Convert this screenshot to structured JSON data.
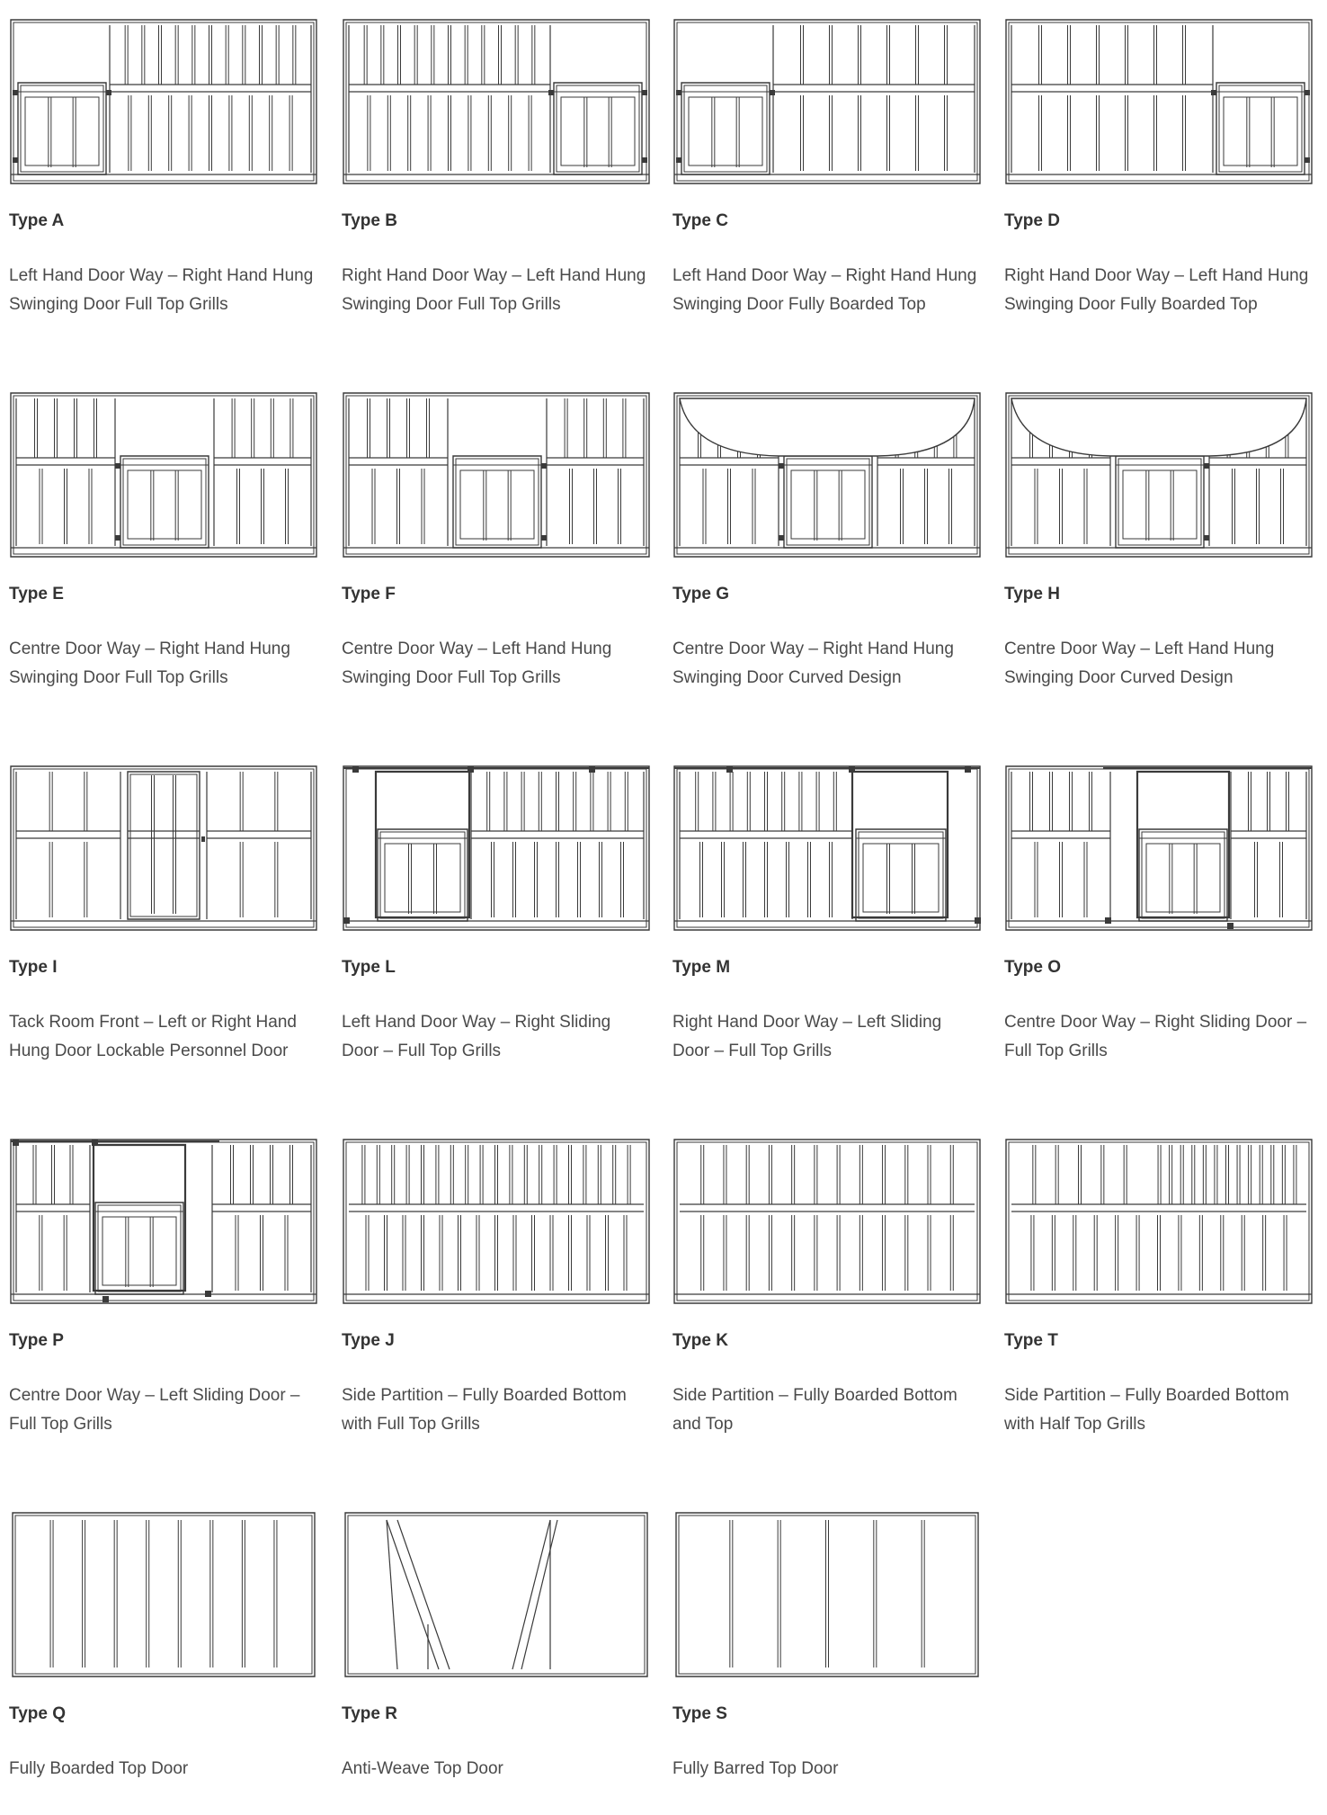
{
  "colors": {
    "line": "#3a3a3a",
    "text": "#4a4a4a",
    "title": "#333333"
  },
  "items": [
    {
      "title": "Type A",
      "desc": "Left Hand Door Way – Right Hand Hung Swinging Door Full Top Grills",
      "icon": "stable-front-type-a"
    },
    {
      "title": "Type B",
      "desc": "Right Hand Door Way – Left Hand Hung Swinging Door Full Top Grills",
      "icon": "stable-front-type-b"
    },
    {
      "title": "Type C",
      "desc": "Left Hand Door Way – Right Hand Hung Swinging Door Fully Boarded Top",
      "icon": "stable-front-type-c"
    },
    {
      "title": "Type D",
      "desc": "Right Hand Door Way – Left Hand Hung Swinging Door Fully Boarded Top",
      "icon": "stable-front-type-d"
    },
    {
      "title": "Type E",
      "desc": "Centre Door Way – Right Hand Hung Swinging Door Full Top Grills",
      "icon": "stable-front-type-e"
    },
    {
      "title": "Type F",
      "desc": "Centre Door Way – Left Hand Hung Swinging Door Full Top Grills",
      "icon": "stable-front-type-f"
    },
    {
      "title": "Type G",
      "desc": "Centre Door Way – Right Hand Hung Swinging Door Curved Design",
      "icon": "stable-front-type-g"
    },
    {
      "title": "Type H",
      "desc": "Centre Door Way – Left Hand Hung Swinging Door Curved Design",
      "icon": "stable-front-type-h"
    },
    {
      "title": "Type I",
      "desc": "Tack Room Front – Left or Right Hand Hung Door Lockable Personnel Door",
      "icon": "stable-front-type-i"
    },
    {
      "title": "Type L",
      "desc": "Left Hand Door Way – Right Sliding Door – Full Top Grills",
      "icon": "stable-front-type-l"
    },
    {
      "title": "Type M",
      "desc": "Right Hand Door Way – Left Sliding Door – Full Top Grills",
      "icon": "stable-front-type-m"
    },
    {
      "title": "Type O",
      "desc": "Centre Door Way – Right Sliding Door – Full Top Grills",
      "icon": "stable-front-type-o"
    },
    {
      "title": "Type P",
      "desc": "Centre Door Way – Left Sliding Door – Full Top Grills",
      "icon": "stable-front-type-p"
    },
    {
      "title": "Type J",
      "desc": "Side Partition – Fully Boarded Bottom with Full Top Grills",
      "icon": "side-partition-type-j"
    },
    {
      "title": "Type K",
      "desc": "Side Partition – Fully Boarded Bottom and Top",
      "icon": "side-partition-type-k"
    },
    {
      "title": "Type T",
      "desc": "Side Partition – Fully Boarded Bottom with Half Top Grills",
      "icon": "side-partition-type-t"
    },
    {
      "title": "Type Q",
      "desc": "Fully Boarded Top Door",
      "icon": "top-door-type-q"
    },
    {
      "title": "Type R",
      "desc": "Anti-Weave Top Door",
      "icon": "top-door-type-r"
    },
    {
      "title": "Type S",
      "desc": "Fully Barred Top Door",
      "icon": "top-door-type-s"
    }
  ]
}
